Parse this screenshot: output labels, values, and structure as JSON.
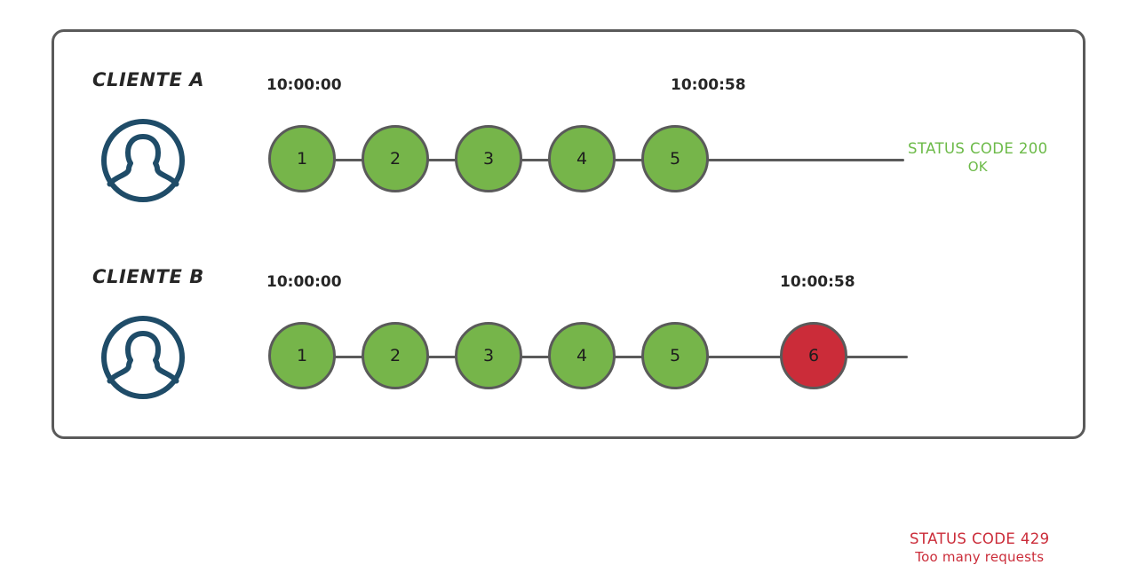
{
  "diagram": {
    "title_hidden": "",
    "frame": {
      "border_color": "#5a5a5a"
    },
    "colors": {
      "node_ok": "#76b54a",
      "node_error": "#cb2c39",
      "node_stroke": "#5a5a5a",
      "avatar": "#1f4c68",
      "status_ok_text": "#6cba48",
      "status_error_text": "#cb2c39",
      "label_text": "#262626"
    },
    "rows": [
      {
        "id": "cliente-a",
        "client_label": "CLIENTE A",
        "avatar_icon": "user-avatar-icon",
        "time_start": "10:00:00",
        "time_end": "10:00:58",
        "nodes": [
          {
            "label": "1",
            "state": "ok"
          },
          {
            "label": "2",
            "state": "ok"
          },
          {
            "label": "3",
            "state": "ok"
          },
          {
            "label": "4",
            "state": "ok"
          },
          {
            "label": "5",
            "state": "ok"
          }
        ],
        "status": {
          "line1": "STATUS CODE 200",
          "line2": "OK",
          "state": "ok"
        }
      },
      {
        "id": "cliente-b",
        "client_label": "CLIENTE B",
        "avatar_icon": "user-avatar-icon",
        "time_start": "10:00:00",
        "time_end": "10:00:58",
        "nodes": [
          {
            "label": "1",
            "state": "ok"
          },
          {
            "label": "2",
            "state": "ok"
          },
          {
            "label": "3",
            "state": "ok"
          },
          {
            "label": "4",
            "state": "ok"
          },
          {
            "label": "5",
            "state": "ok"
          },
          {
            "label": "6",
            "state": "error"
          }
        ],
        "status": {
          "line1": "STATUS CODE 429",
          "line2": "Too many requests",
          "state": "error"
        }
      }
    ]
  }
}
